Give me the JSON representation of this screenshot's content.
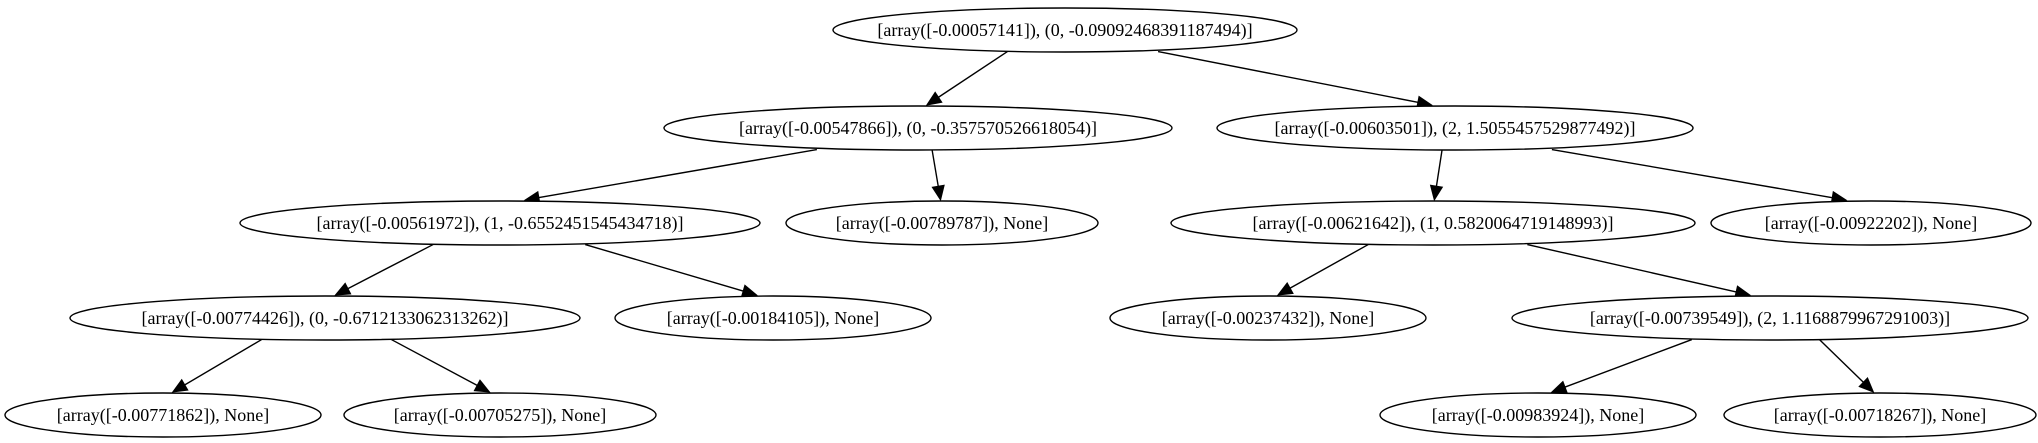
{
  "tree": {
    "nodes": [
      {
        "id": "n0",
        "label": "[array([-0.00057141]), (0, -0.09092468391187494)]"
      },
      {
        "id": "n1",
        "label": "[array([-0.00547866]), (0, -0.357570526618054)]"
      },
      {
        "id": "n2",
        "label": "[array([-0.00603501]), (2, 1.5055457529877492)]"
      },
      {
        "id": "n3",
        "label": "[array([-0.00561972]), (1, -0.6552451545434718)]"
      },
      {
        "id": "n4",
        "label": "[array([-0.00789787]), None]"
      },
      {
        "id": "n5",
        "label": "[array([-0.00621642]), (1, 0.5820064719148993)]"
      },
      {
        "id": "n6",
        "label": "[array([-0.00922202]), None]"
      },
      {
        "id": "n7",
        "label": "[array([-0.00774426]), (0, -0.6712133062313262)]"
      },
      {
        "id": "n8",
        "label": "[array([-0.00184105]), None]"
      },
      {
        "id": "n9",
        "label": "[array([-0.00237432]), None]"
      },
      {
        "id": "n10",
        "label": "[array([-0.00739549]), (2, 1.1168879967291003)]"
      },
      {
        "id": "n11",
        "label": "[array([-0.00771862]), None]"
      },
      {
        "id": "n12",
        "label": "[array([-0.00705275]), None]"
      },
      {
        "id": "n13",
        "label": "[array([-0.00983924]), None]"
      },
      {
        "id": "n14",
        "label": "[array([-0.00718267]), None]"
      }
    ],
    "edges": [
      [
        "n0",
        "n1"
      ],
      [
        "n0",
        "n2"
      ],
      [
        "n1",
        "n3"
      ],
      [
        "n1",
        "n4"
      ],
      [
        "n2",
        "n5"
      ],
      [
        "n2",
        "n6"
      ],
      [
        "n3",
        "n7"
      ],
      [
        "n3",
        "n8"
      ],
      [
        "n5",
        "n9"
      ],
      [
        "n5",
        "n10"
      ],
      [
        "n7",
        "n11"
      ],
      [
        "n7",
        "n12"
      ],
      [
        "n10",
        "n13"
      ],
      [
        "n10",
        "n14"
      ]
    ]
  }
}
